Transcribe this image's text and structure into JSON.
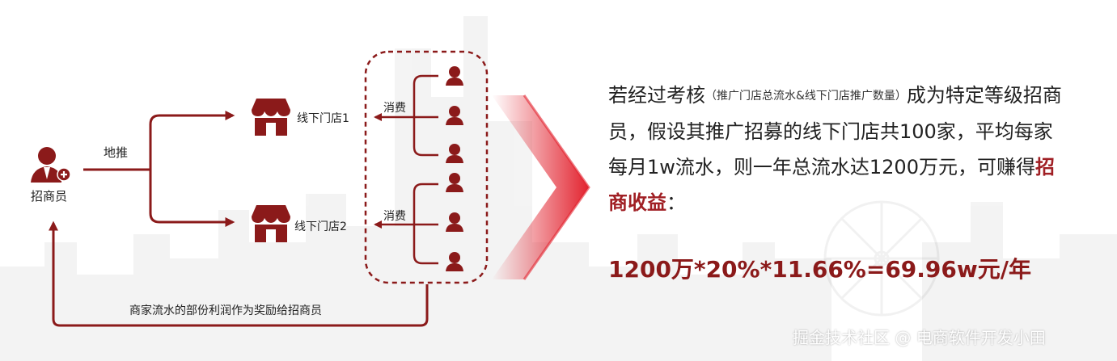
{
  "colors": {
    "accent": "#8b1a1a",
    "emphasis": "#a01f24",
    "text": "#222222"
  },
  "diagram": {
    "recruiter": {
      "label": "招商员",
      "icon": "person-plus-icon"
    },
    "ground_push": "地推",
    "stores": [
      {
        "label": "线下门店1",
        "icon": "storefront-icon"
      },
      {
        "label": "线下门店2",
        "icon": "storefront-icon"
      }
    ],
    "consume": [
      "消费",
      "消费"
    ],
    "customer_icon": "person-icon",
    "reward": "商家流水的部份利润作为奖励给招商员",
    "arrow_icon": "chevron-right-icon"
  },
  "text": {
    "p1": "若经过考核",
    "paren": "（推广门店总流水&线下门店推广数量）",
    "p2": "成为特定等级招商员，假设其推广招募的线下门店共100家，平均每家每月1w流水，则一年总流水达1200万元，可赚得",
    "highlight": "招商收益",
    "colon": "：",
    "formula": "1200万*20%*11.66%=69.96w元/年"
  },
  "watermark": "掘金技术社区 @ 电商软件开发小田"
}
